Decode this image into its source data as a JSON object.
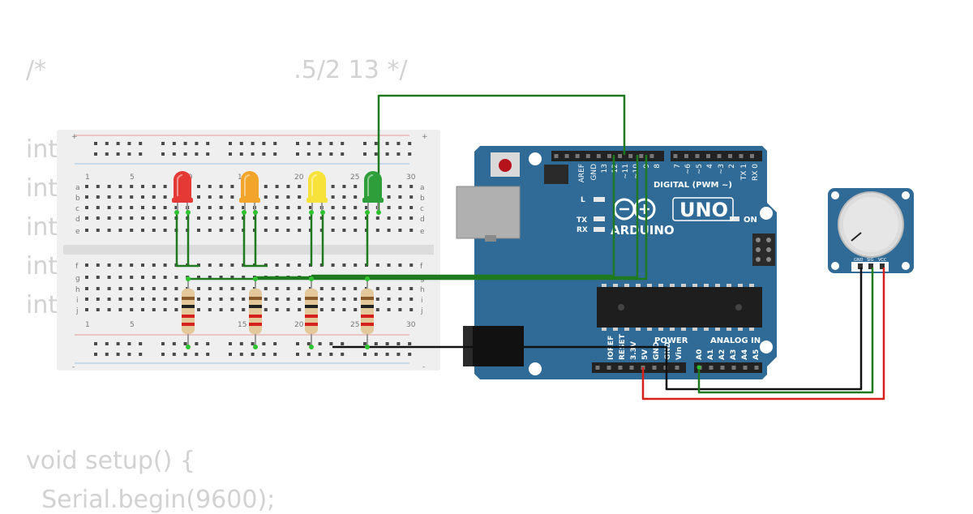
{
  "code": {
    "line_comment": "/*                                .5/2 13 */",
    "line_int1": "int",
    "line_int2": "int",
    "line_int3": "int",
    "line_int4": "int",
    "line_int5": "int",
    "line_setup": "void setup() {",
    "line_serial": "  Serial.begin(9600);"
  },
  "breadboard": {
    "top_numbers": [
      "1",
      "5",
      "10",
      "15",
      "20",
      "25",
      "30"
    ],
    "bottom_numbers": [
      "1",
      "5",
      "10",
      "15",
      "20",
      "25",
      "30"
    ],
    "row_letters_top": [
      "a",
      "b",
      "c",
      "d",
      "e"
    ],
    "row_letters_bottom": [
      "f",
      "g",
      "h",
      "i",
      "j"
    ],
    "rail_plus": "+",
    "rail_minus": "-"
  },
  "leds": [
    {
      "name": "red-led",
      "color": "#e53935"
    },
    {
      "name": "orange-led",
      "color": "#f2a52a"
    },
    {
      "name": "yellow-led",
      "color": "#f7e23a"
    },
    {
      "name": "green-led",
      "color": "#2e9e3a"
    }
  ],
  "arduino": {
    "logo_text": "ARDUINO",
    "model_text": "UNO",
    "on_label": "ON",
    "digital_label": "DIGITAL (PWM ~)",
    "power_label": "POWER",
    "analog_label": "ANALOG IN",
    "l_label": "L",
    "tx_label": "TX",
    "rx_label": "RX",
    "digital_pins": [
      "AREF",
      "GND",
      "13",
      "12",
      "~11",
      "~10",
      "~9",
      "8",
      "7",
      "~6",
      "~5",
      "4",
      "~3",
      "2",
      "TX 1",
      "RX 0"
    ],
    "power_pins": [
      "IOREF",
      "RESET",
      "3.3V",
      "5V",
      "GND",
      "GND",
      "Vin"
    ],
    "analog_pins": [
      "A0",
      "A1",
      "A2",
      "A3",
      "A4",
      "A5"
    ],
    "board_color": "#2f6b96"
  },
  "potentiometer": {
    "pin_labels": [
      "GND",
      "SIG",
      "VCC"
    ],
    "module_color": "#2f6b96"
  },
  "wire_colors": {
    "signal": "#1f7a1f",
    "ground": "#111111",
    "power": "#d6201c"
  }
}
